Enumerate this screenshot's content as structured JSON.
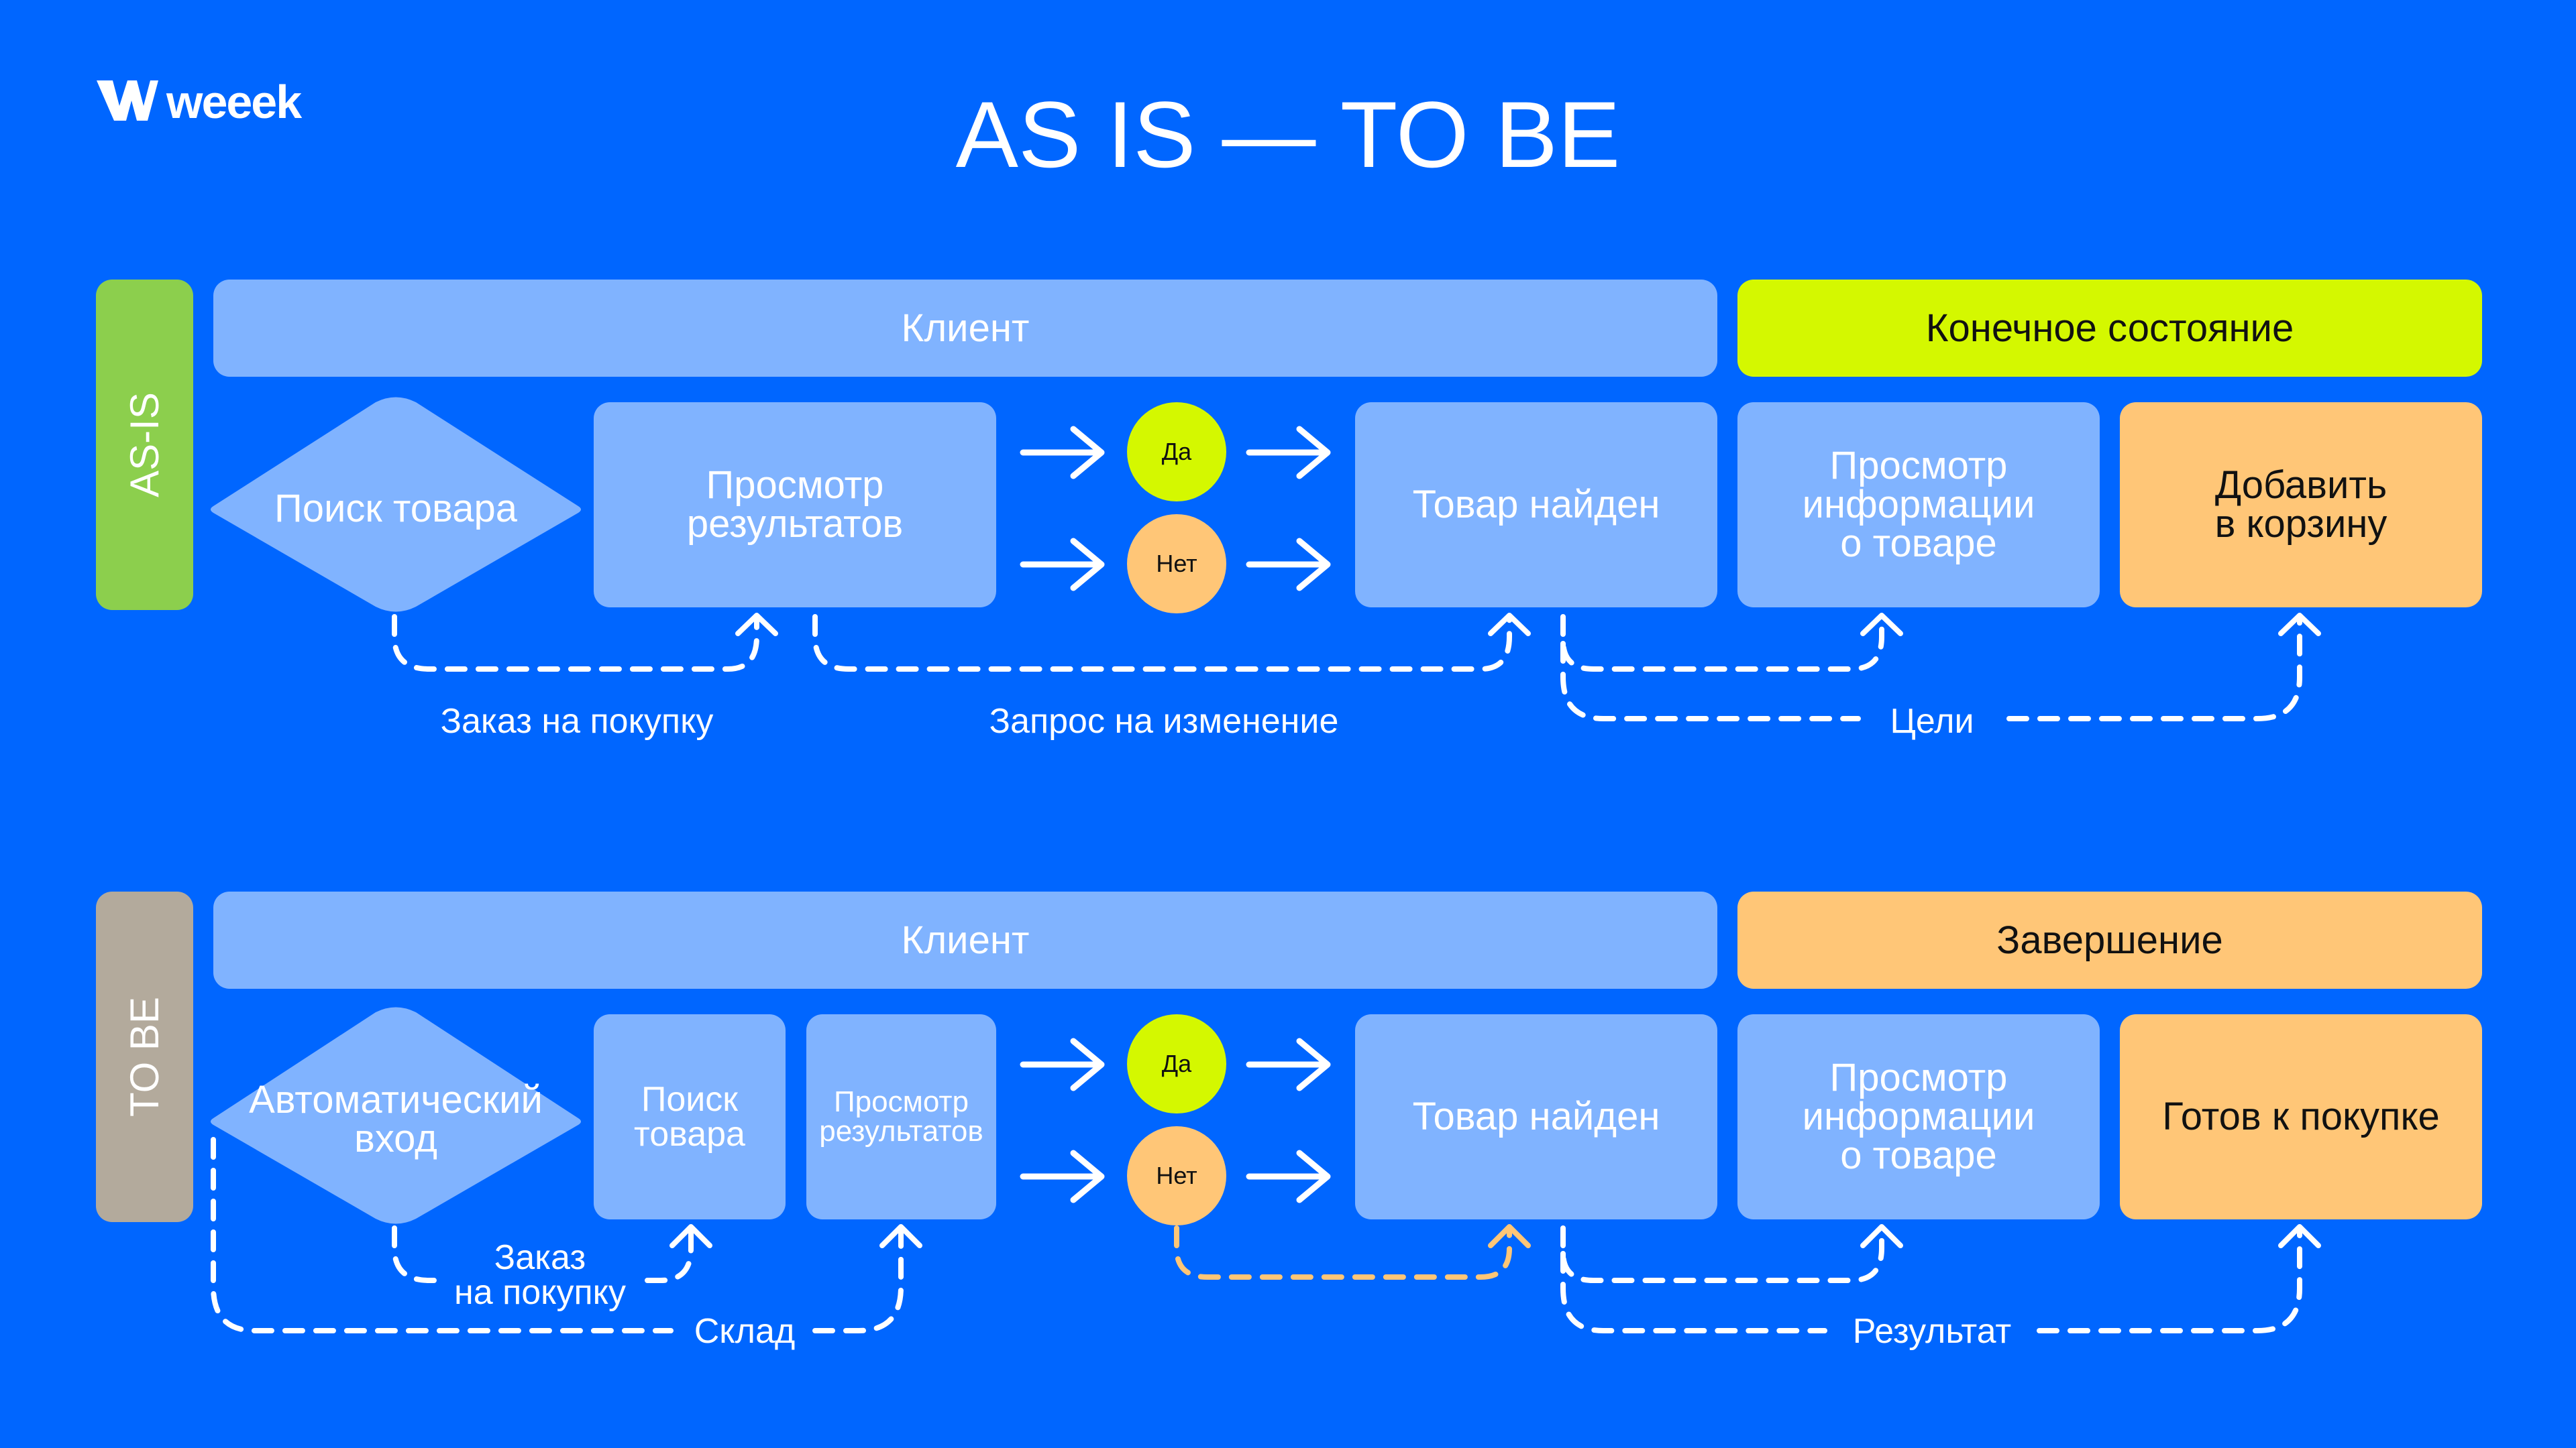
{
  "logo": {
    "text": "weeek"
  },
  "title": "AS IS — TO BE",
  "colors": {
    "background": "#0066ff",
    "lane": "#80b3ff",
    "asis_tag": "#8ccf4d",
    "tobe_tag": "#b3aa9c",
    "lime": "#d4f800",
    "orange": "#ffc677",
    "dashed_line": "#ffffff",
    "dashed_line_highlight": "#ffc677"
  },
  "asis": {
    "tag": "AS-IS",
    "lane_client": "Клиент",
    "lane_final": "Конечное состояние",
    "search": "Поиск товара",
    "results": [
      "Просмотр",
      "результатов"
    ],
    "yes": "Да",
    "no": "Нет",
    "found": "Товар найден",
    "info": [
      "Просмотр",
      "информации",
      "о товаре"
    ],
    "cart": [
      "Добавить",
      "в корзину"
    ],
    "label_order": "Заказ на покупку",
    "label_request": "Запрос на изменение",
    "label_goals": "Цели"
  },
  "tobe": {
    "tag": "TO BE",
    "lane_client": "Клиент",
    "lane_final": "Завершение",
    "autologin": [
      "Автоматический",
      "вход"
    ],
    "search": [
      "Поиск",
      "товара"
    ],
    "results": [
      "Просмотр",
      "результатов"
    ],
    "yes": "Да",
    "no": "Нет",
    "found": "Товар найден",
    "info": [
      "Просмотр",
      "информации",
      "о товаре"
    ],
    "ready": "Готов к покупке",
    "label_order": [
      "Заказ",
      "на покупку"
    ],
    "label_warehouse": "Склад",
    "label_result": "Результат"
  }
}
